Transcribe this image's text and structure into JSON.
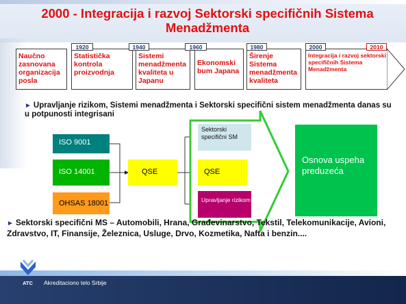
{
  "slide": {
    "title": "2000 - Integracija i razvoj Sektorski specifičnih Sistema Menadžmenta"
  },
  "timeline": {
    "years": [
      "1920",
      "1940",
      "1960",
      "1980",
      "2000",
      "2010"
    ],
    "phases": [
      "Naučno zasnovana organizacija posla",
      "Statistička kontrola proizvodnja",
      "Sistemi menadžmenta kvaliteta u Japanu",
      "Ekonomski bum Japana",
      "Širenje Sistema menadžmenta kvaliteta",
      "Integracija i razvoj sektorski specifičnih Sistema Menadžmenta"
    ]
  },
  "bullets": {
    "first": "Upravljanje rizikom, Sistemi menadžmenta i Sektorski specifični sistem menadžmenta danas su u potpunosti integrisani",
    "second": "Sektorski specifični MS – Automobili, Hrana, Građevinarstvo, Tekstil, Telekomunikacije, Avioni, Zdravstvo, IT, Finansije, Železnica, Usluge, Drvo, Kozmetika, Nafta i benzin...."
  },
  "diagram": {
    "iso_9001": "ISO 9001",
    "iso_14001": "ISO 14001",
    "ohsas_18001": "OHSAS 18001",
    "qse_left": "QSE",
    "qse_right": "QSE",
    "sektorski_sm": "Sektorski specifični SM",
    "upravljanje_rizikom": "Upravljanje rizikom",
    "osnova": "Osnova uspeha preduzeća"
  },
  "footer": {
    "logo_text": "ATC",
    "org": "Akreditaciono telo Srbije"
  },
  "colors": {
    "title": "#e01010",
    "iso_9001": "#00807f",
    "iso_14001": "#00b400",
    "ohsas_18001": "#ff9a1a",
    "qse": "#ffff00",
    "sektorski_sm": "#cfe7ec",
    "upravljanje_rizikom": "#b8006c",
    "osnova": "#00c34d",
    "footer": "#1b3160"
  }
}
